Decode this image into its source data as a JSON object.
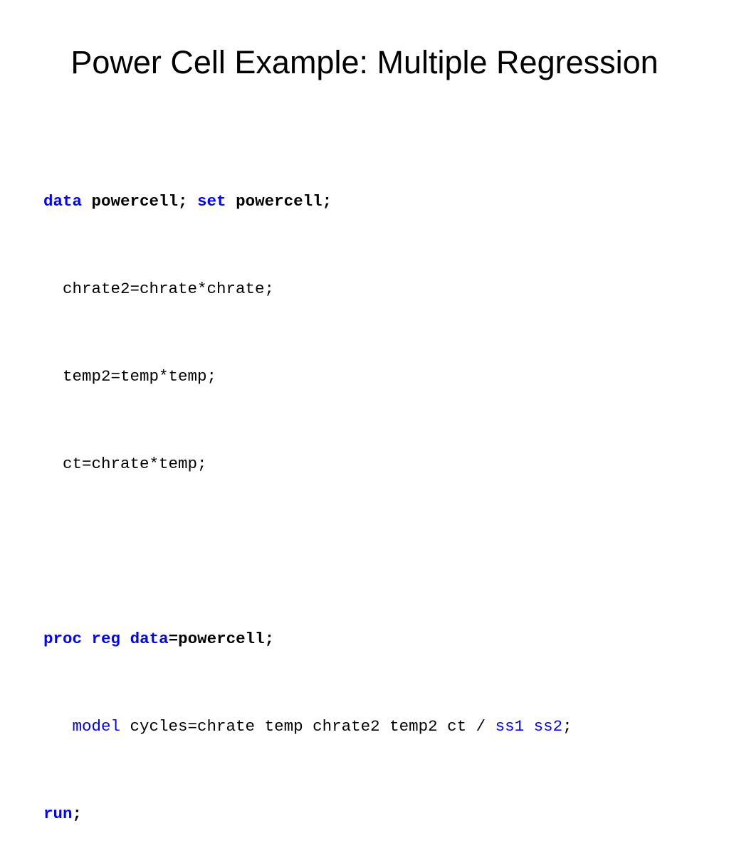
{
  "slide": {
    "title": "Power Cell Example: Multiple Regression"
  },
  "colors": {
    "keyword": "#0000ff",
    "text": "#000000",
    "background": "#ffffff"
  },
  "code": {
    "line1": {
      "kw_data": "data",
      "t1": " powercell; ",
      "kw_set": "set",
      "t2": " powercell;"
    },
    "line2": "  chrate2=chrate*chrate;",
    "line3": "  temp2=temp*temp;",
    "line4": "  ct=chrate*temp;",
    "line6": {
      "kw_proc": "proc",
      "sp1": " ",
      "kw_reg": "reg",
      "sp2": " ",
      "kw_data": "data",
      "t1": "=powercell;"
    },
    "line7": {
      "indent": "   ",
      "kw_model": "model",
      "t1": " cycles=chrate temp chrate2 temp2 ct / ",
      "kw_ss1": "ss1",
      "sp": " ",
      "kw_ss2": "ss2",
      "t2": ";"
    },
    "line8": {
      "kw_run": "run",
      "t1": ";"
    }
  }
}
